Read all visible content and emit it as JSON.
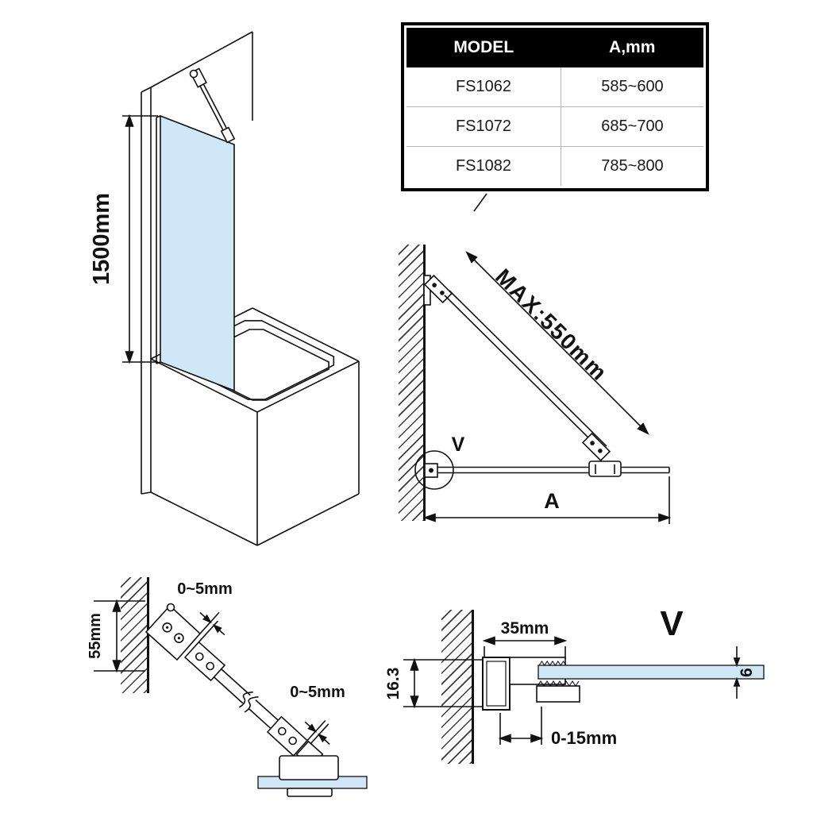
{
  "table": {
    "col_model": "MODEL",
    "col_a": "A,mm",
    "rows": [
      {
        "model": "FS1062",
        "a": "585~600"
      },
      {
        "model": "FS1072",
        "a": "685~700"
      },
      {
        "model": "FS1082",
        "a": "785~800"
      }
    ]
  },
  "labels": {
    "iso_height": "1500mm",
    "max_reach": "MAX:550mm",
    "span": "A",
    "detail_ref": "V",
    "detail_title": "V",
    "bracket_height": "55mm",
    "gap_upper": "0~5mm",
    "gap_lower": "0~5mm",
    "section_offset": "16.3",
    "section_width": "35mm",
    "glass_thickness": "6",
    "adjust_range": "0-15mm"
  },
  "colors": {
    "glass": "#cfe7f6",
    "line": "#111111"
  }
}
